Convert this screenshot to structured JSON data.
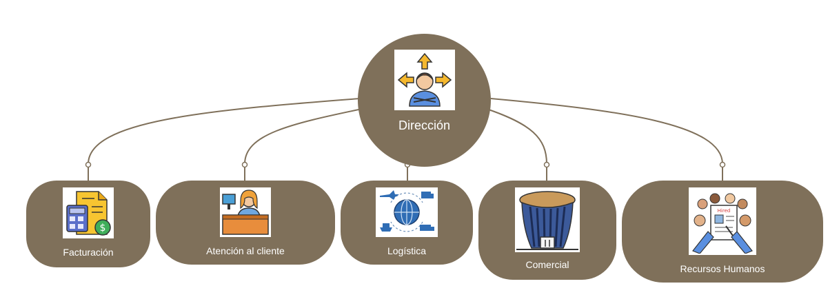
{
  "colors": {
    "node_fill": "#7f705a",
    "connector": "#7f705a",
    "label": "#ffffff",
    "background": "#ffffff"
  },
  "root": {
    "label": "Dirección",
    "icon": "director-arrows-icon"
  },
  "children": [
    {
      "label": "Facturación",
      "icon": "invoice-calculator-icon"
    },
    {
      "label": "Atención al cliente",
      "icon": "receptionist-desk-icon"
    },
    {
      "label": "Logística",
      "icon": "global-logistics-icon"
    },
    {
      "label": "Comercial",
      "icon": "commercial-building-icon"
    },
    {
      "label": "Recursos Humanos",
      "icon": "hiring-candidates-icon"
    }
  ]
}
